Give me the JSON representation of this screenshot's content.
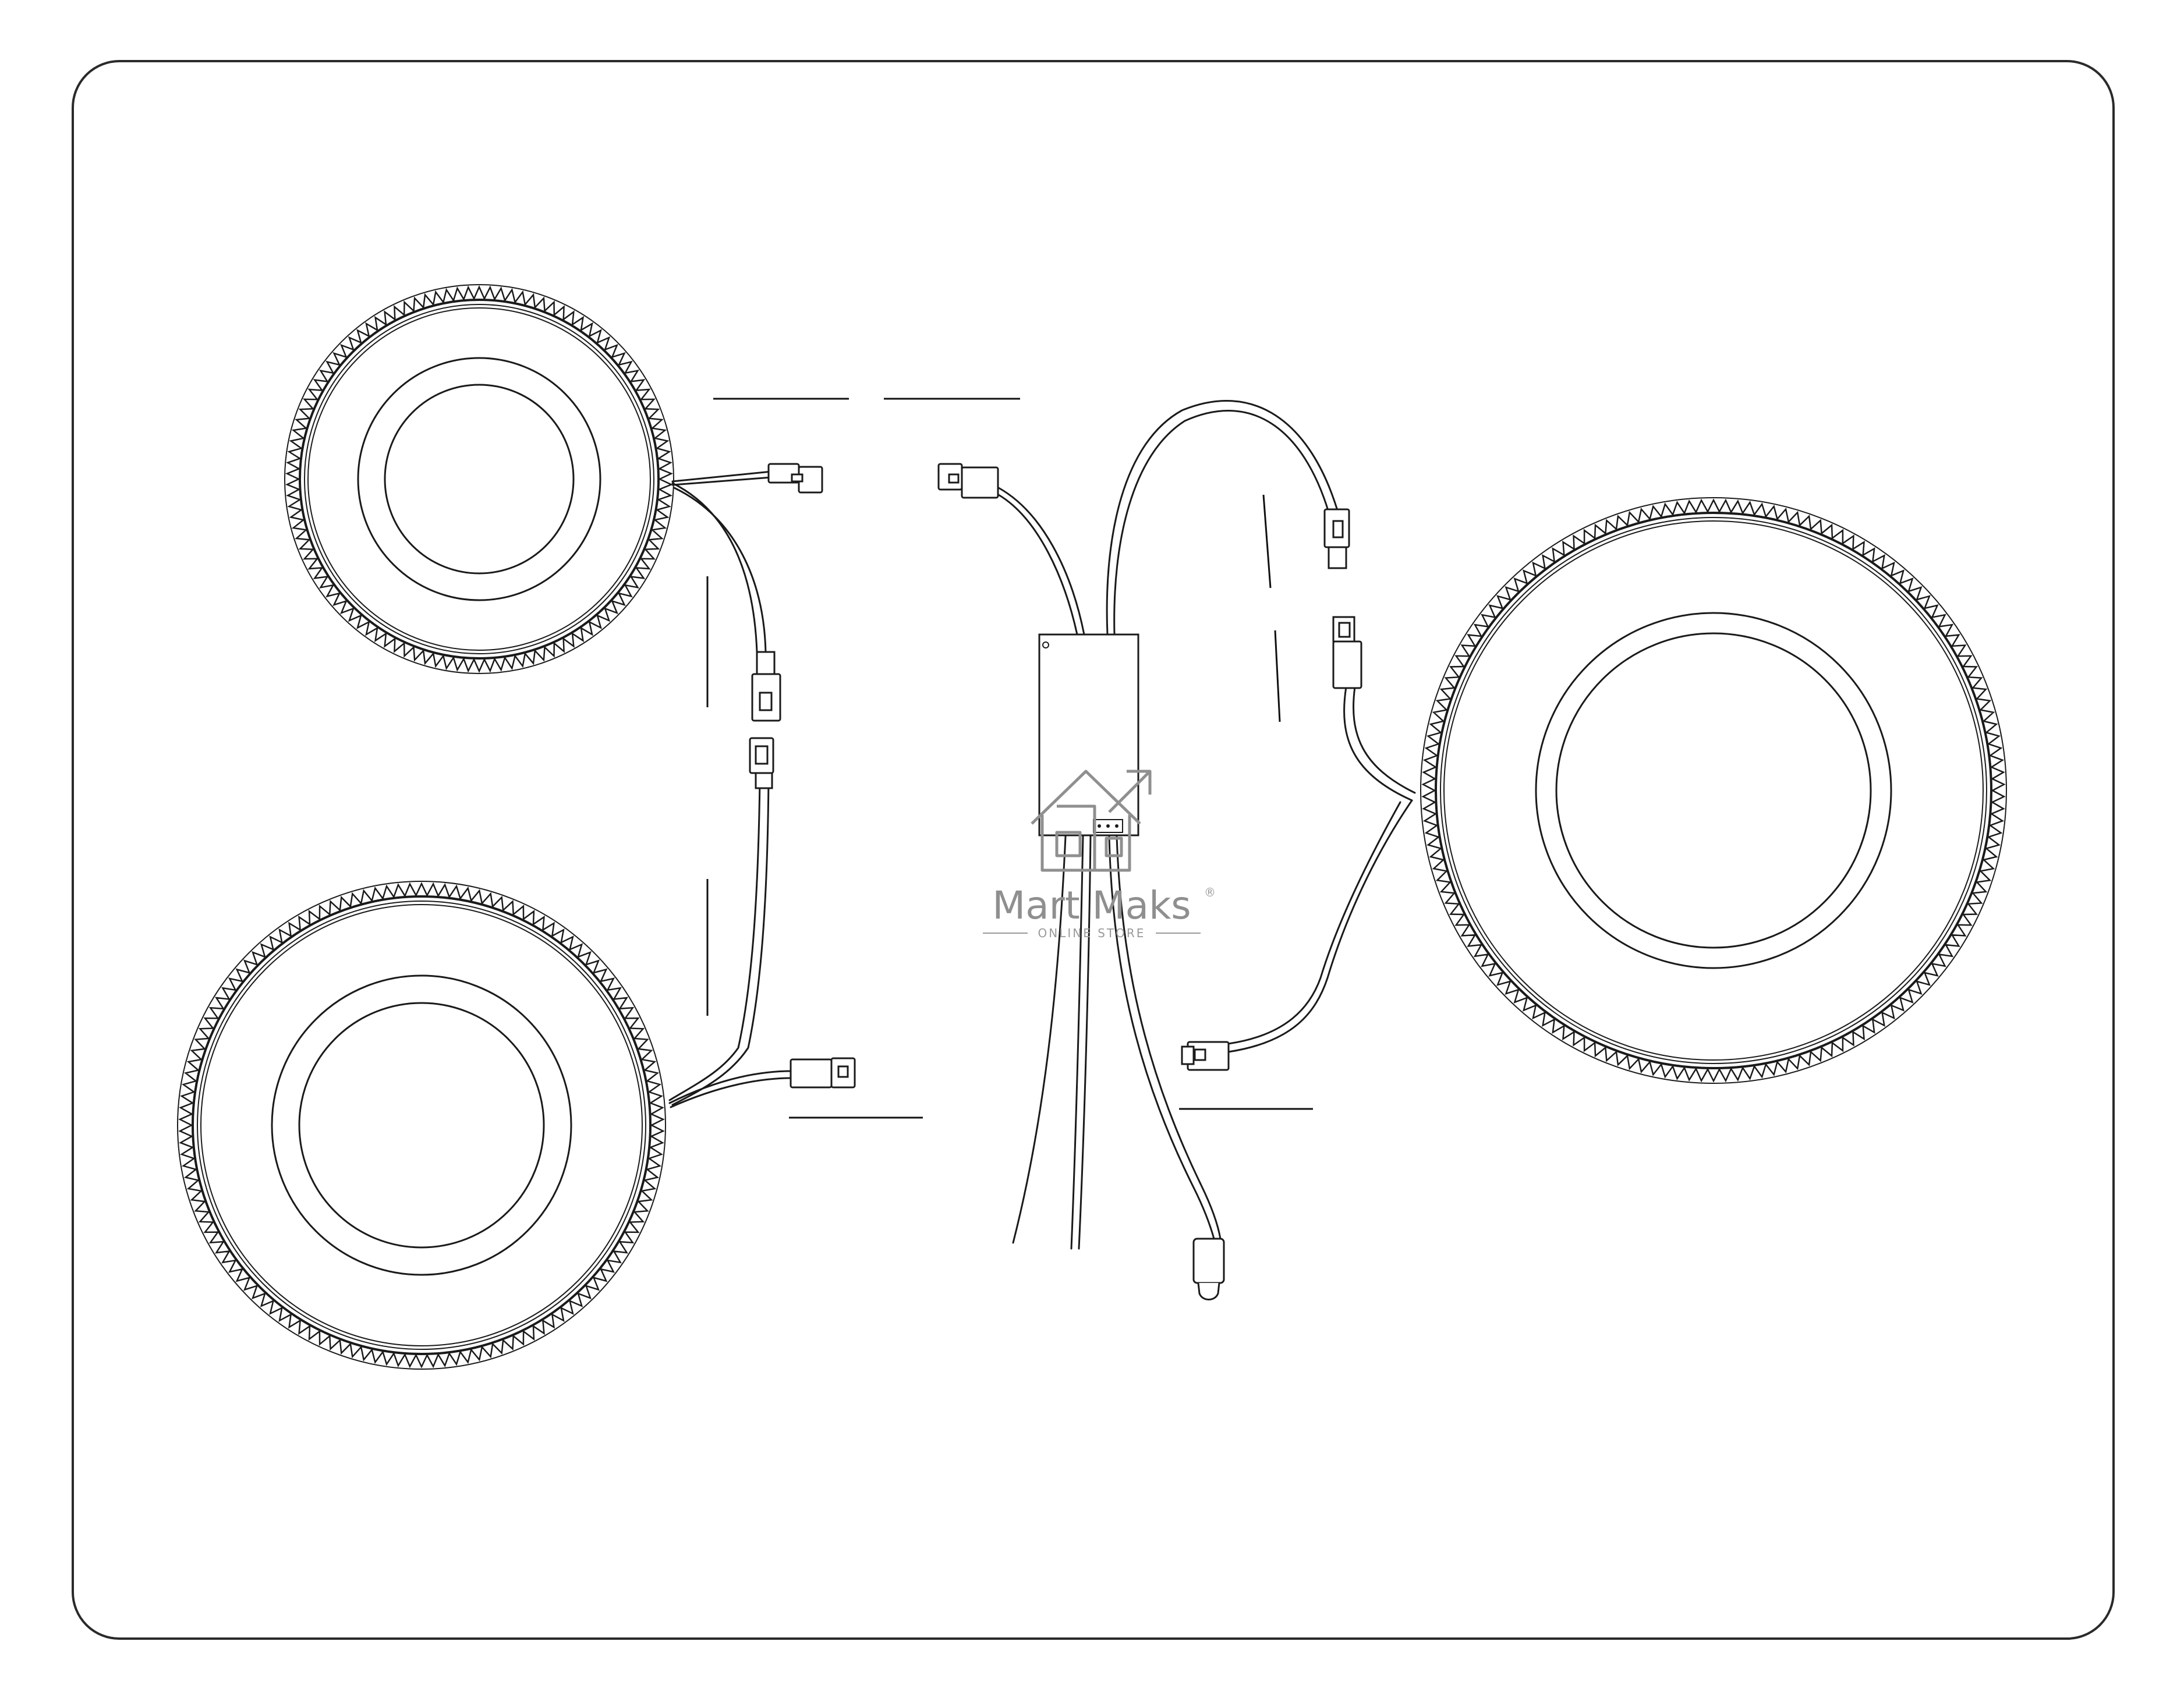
{
  "diagram": {
    "kind": "LED ring lights wiring diagram",
    "components": [
      {
        "name": "light-ring-top-left",
        "icon": "led-ring-icon"
      },
      {
        "name": "light-ring-bottom-left",
        "icon": "led-ring-icon"
      },
      {
        "name": "light-ring-right",
        "icon": "led-ring-icon"
      },
      {
        "name": "control-box",
        "icon": "driver-box-icon"
      }
    ],
    "arrows": 8
  },
  "watermark": {
    "brand": "Mart Maks",
    "registered": "®",
    "tagline": "ONLINE STORE",
    "color": "#8f8f8f"
  },
  "colors": {
    "stroke": "#1a1a1a",
    "frame": "#2a2a2a",
    "background": "#ffffff"
  }
}
